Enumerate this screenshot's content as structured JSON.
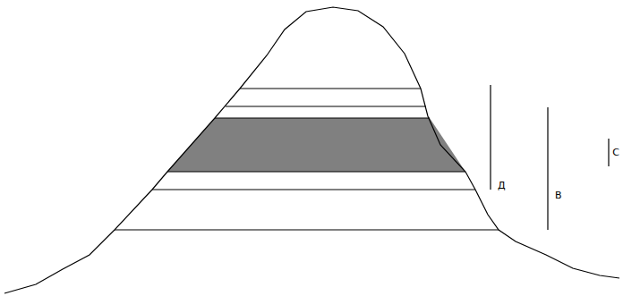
{
  "diagram": {
    "labels": [
      "Д",
      "В",
      "С"
    ]
  }
}
